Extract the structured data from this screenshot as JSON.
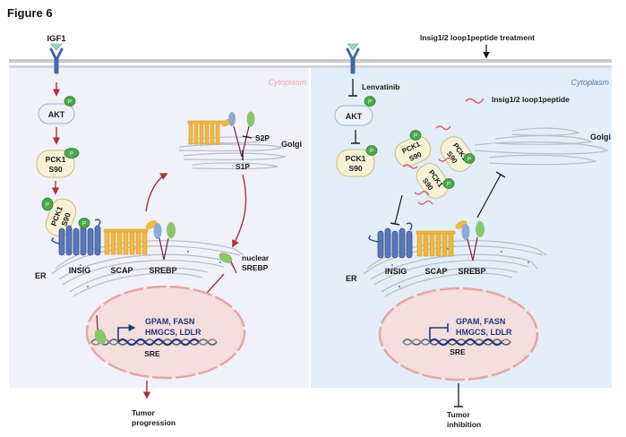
{
  "figure": {
    "title": "Figure 6"
  },
  "colors": {
    "left_panel_bg": "#f1f1f9",
    "right_panel_bg": "#e3eef8",
    "membrane": "#c9cbd2",
    "receptor": "#3f6aa3",
    "ligand": "#9fd0c4",
    "activation_arrow": "#a8323a",
    "inhibition_arrow": "#1a1a1a",
    "phospho": "#4aa84a",
    "pck1_fill": "#f7f2d6",
    "akt_fill": "#eef1f8",
    "insig": "#5a78b8",
    "scap": "#efb942",
    "srebp_blue": "#8ea8d6",
    "srebp_green": "#8cc56c",
    "srebp_linker": "#7a1f3a",
    "nucleus_fill": "#f5dede",
    "nucleus_border": "#e7a5a5",
    "peptide": "#e0616c",
    "gene_text": "#1f3a7a",
    "cytoplasm_left": "#e7a6ad",
    "cytoplasm_right": "#5a7a9a"
  },
  "left_panel": {
    "ligand_label": "IGF1",
    "cytoplasm_label": "Cytoplasm",
    "akt_label": "AKT",
    "phospho_label": "P",
    "pck1_label_line1": "PCK1",
    "pck1_label_line2": "S90",
    "golgi_label": "Golgi",
    "s2p_label": "S2P",
    "s1p_label": "S1P",
    "er_label": "ER",
    "insig_label": "INSIG",
    "scap_label": "SCAP",
    "srebp_label": "SREBP",
    "nuclear_srebp_line1": "nuclear",
    "nuclear_srebp_line2": "SREBP",
    "genes_line1": "GPAM, FASN",
    "genes_line2": "HMGCS, LDLR",
    "sre_label": "SRE",
    "outcome_line1": "Tumor",
    "outcome_line2": "progression"
  },
  "right_panel": {
    "treatment_label": "Insig1/2 loop1peptide treatment",
    "cytoplasm_label": "Cytoplasm",
    "drug_label": "Lenvatinib",
    "peptide_legend_label": "Insig1/2 loop1peptide",
    "akt_label": "AKT",
    "phospho_label": "P",
    "pck1_label_line1": "PCK1",
    "pck1_label_line2": "S90",
    "golgi_label": "Golgi",
    "er_label": "ER",
    "insig_label": "INSIG",
    "scap_label": "SCAP",
    "srebp_label": "SREBP",
    "genes_line1": "GPAM, FASN",
    "genes_line2": "HMGCS, LDLR",
    "sre_label": "SRE",
    "outcome_line1": "Tumor",
    "outcome_line2": "inhibition"
  }
}
